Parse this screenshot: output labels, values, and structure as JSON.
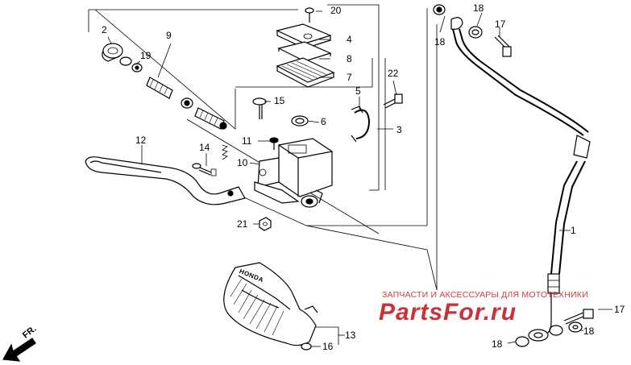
{
  "diagram": {
    "callouts": {
      "c1": "1",
      "c2": "2",
      "c3": "3",
      "c4": "4",
      "c5": "5",
      "c6": "6",
      "c7": "7",
      "c8": "8",
      "c9": "9",
      "c10": "10",
      "c11": "11",
      "c12": "12",
      "c13": "13",
      "c14": "14",
      "c15": "15",
      "c16": "16",
      "c17a": "17",
      "c17b": "17",
      "c18a": "18",
      "c18b": "18",
      "c18c": "18",
      "c18d": "18",
      "c19": "19",
      "c20": "20",
      "c21": "21",
      "c22": "22"
    },
    "direction_label": "FR.",
    "cover_brand": "HONDA"
  },
  "watermark": {
    "subtitle": "ЗАПЧАСТИ И АКСЕССУАРЫ ДЛЯ МОТОТЕХНИКИ",
    "brand": "PartsFor.ru",
    "color": "#c8202a"
  }
}
